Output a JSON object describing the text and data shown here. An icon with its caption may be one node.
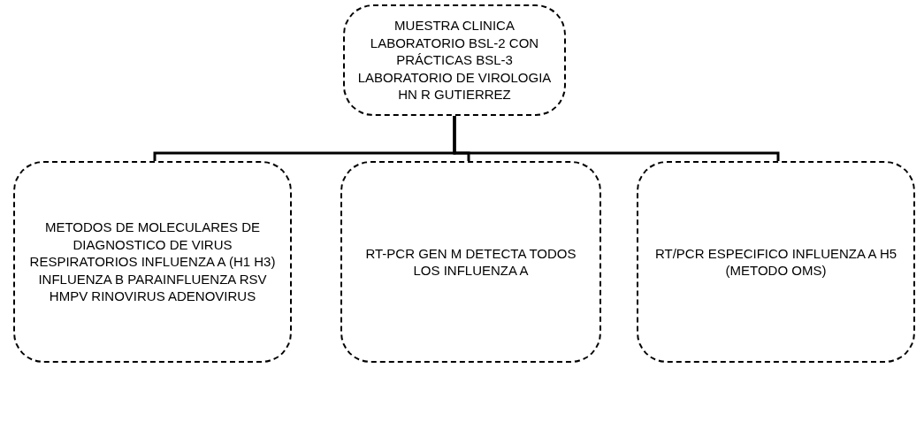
{
  "diagram": {
    "nodes": [
      {
        "text": [
          "MUESTRA CLINICA LABORATORIO BSL-2 CON PRÁCTICAS BSL-3 LABORATORIO DE VIROLOGIA HN R GUTIERREZ"
        ]
      },
      {
        "text": [
          "METODOS DE MOLECULARES DE DIAGNOSTICO DE VIRUS RESPIRATORIOS INFLUENZA A (H1 H3) INFLUENZA B PARAINFLUENZA RSV HMPV RINOVIRUS ADENOVIRUS"
        ]
      },
      {
        "text": [
          "RT-PCR GEN M DETECTA TODOS LOS INFLUENZA A"
        ]
      },
      {
        "text": [
          "RT/PCR ESPECIFICO INFLUENZA A H5 (METODO OMS)"
        ]
      }
    ],
    "edges": [
      {
        "from": 0,
        "to": 1,
        "arrow": "none"
      },
      {
        "from": 0,
        "to": 2,
        "arrow": "none"
      },
      {
        "from": 0,
        "to": 3,
        "arrow": "none"
      }
    ]
  }
}
